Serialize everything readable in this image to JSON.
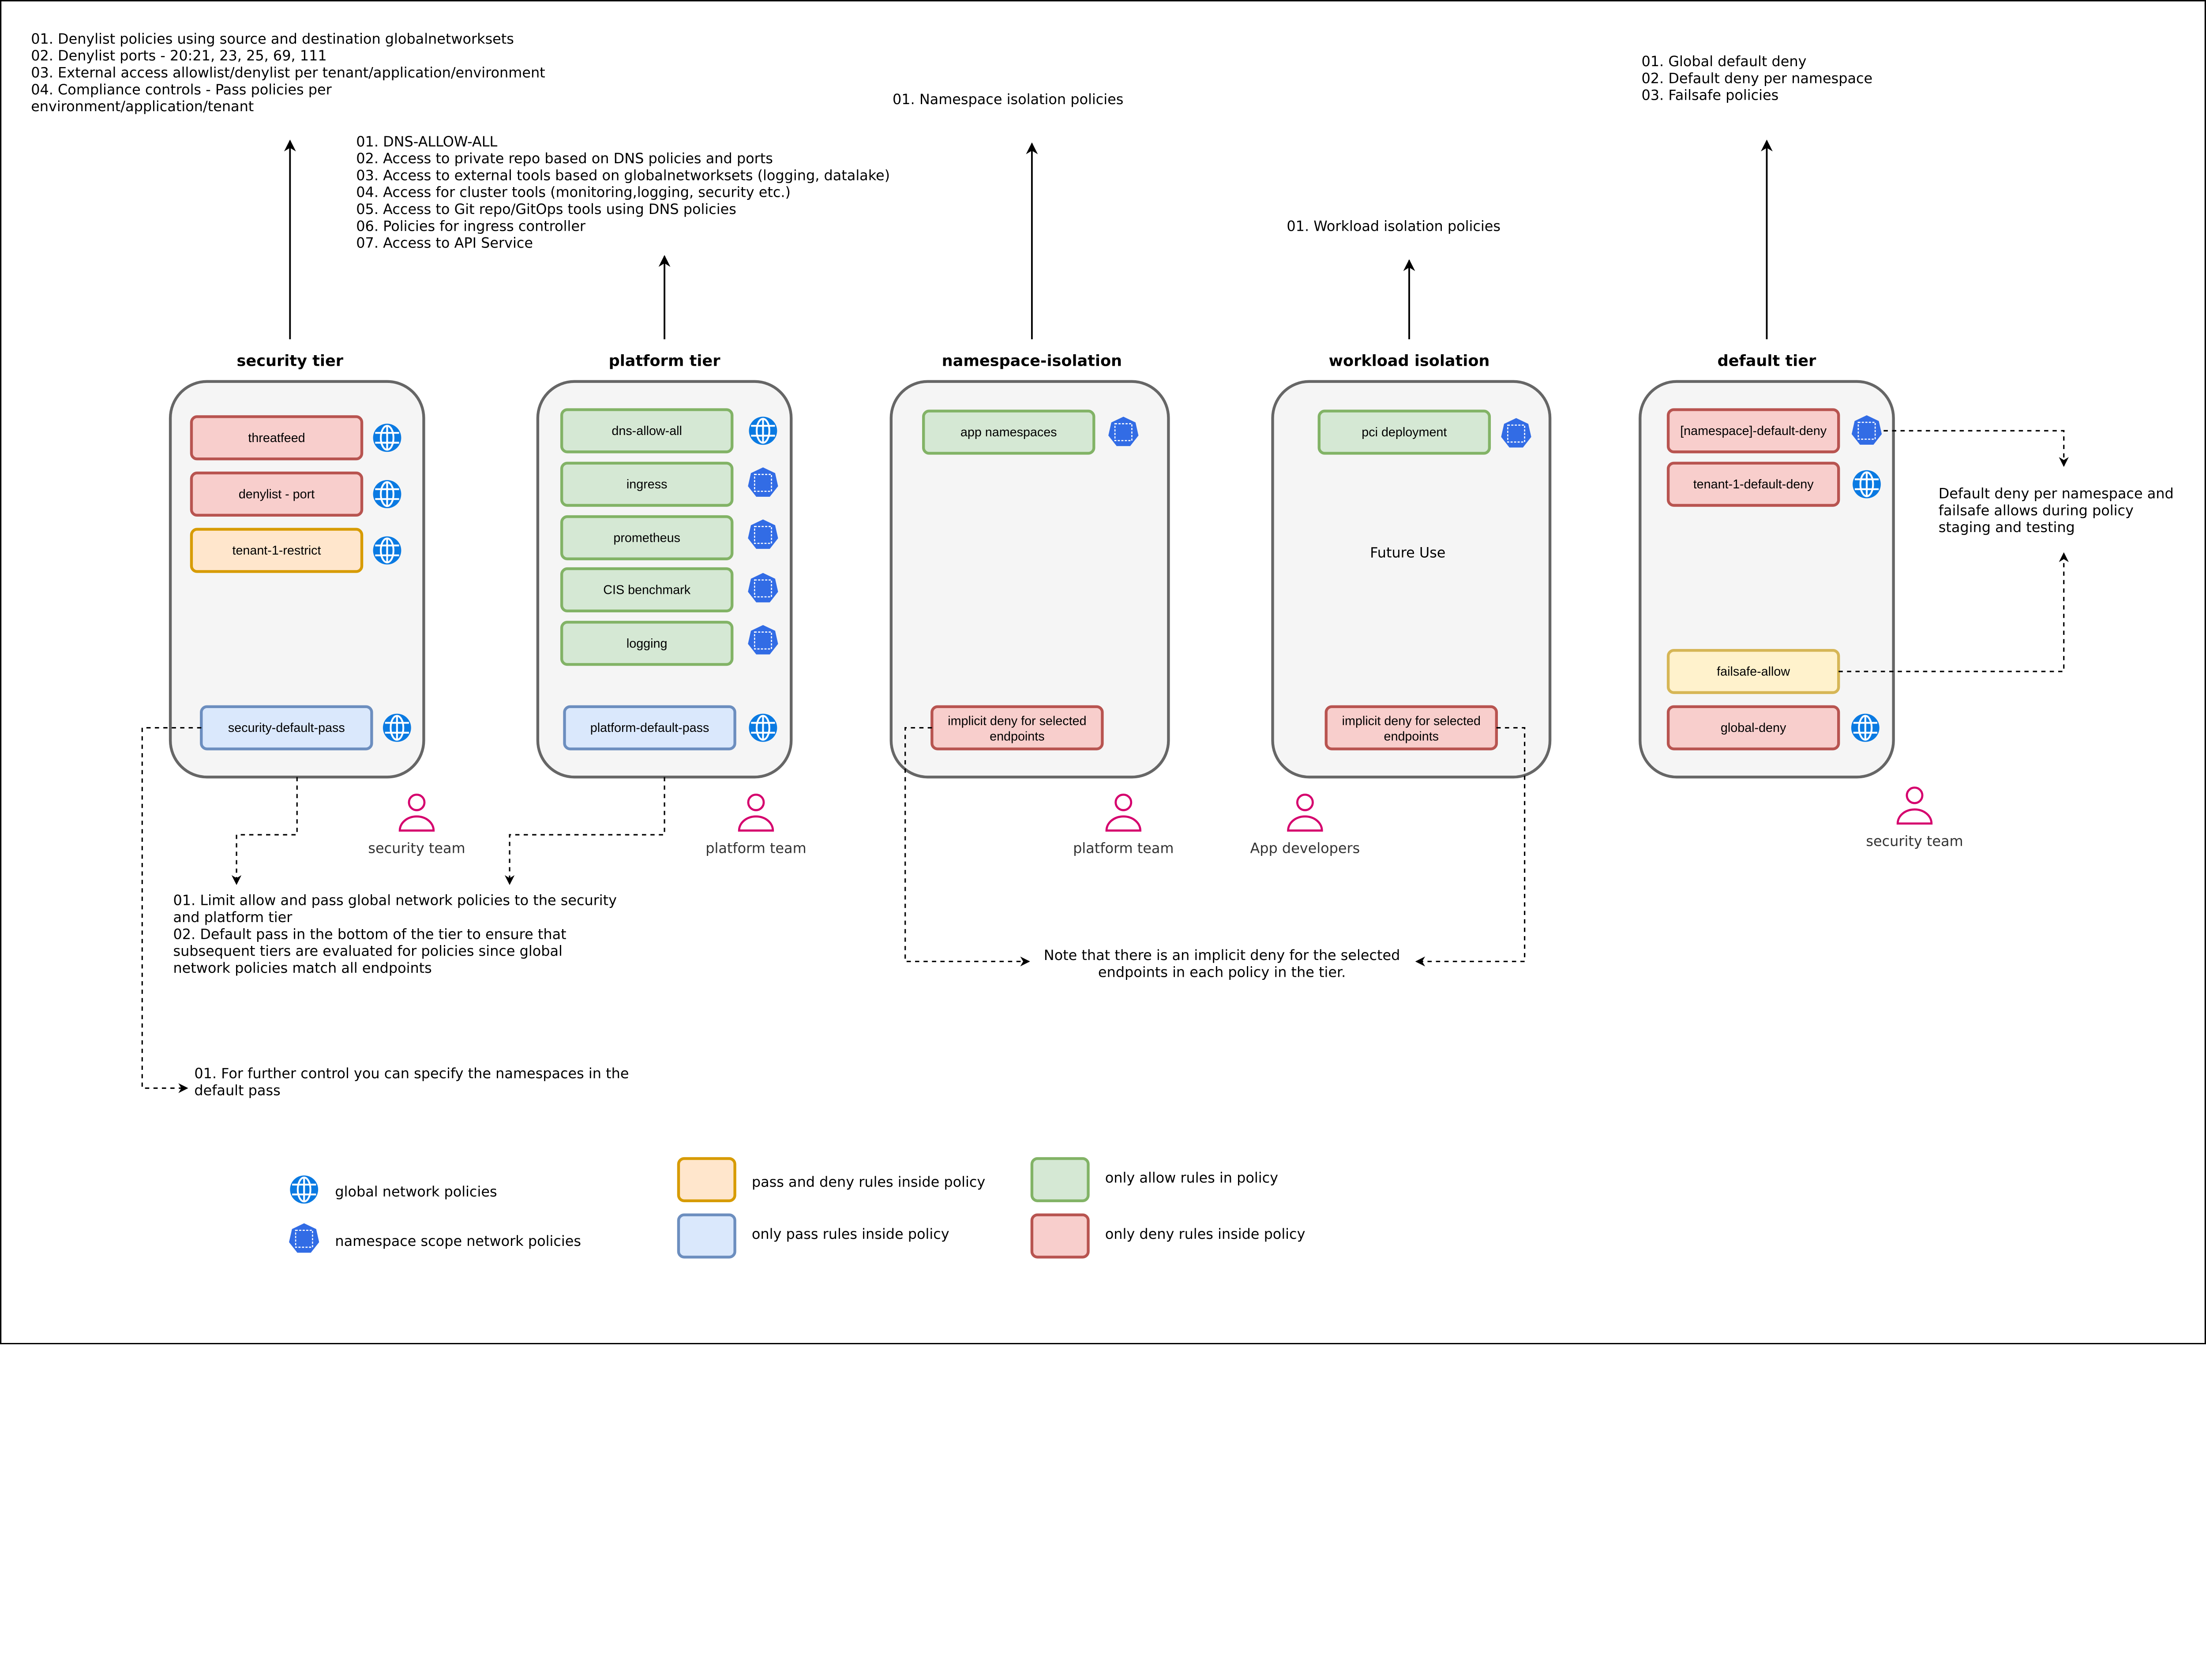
{
  "colors": {
    "green_fill": "#d5e8d4",
    "green_stroke": "#82b366",
    "red_fill": "#f8cecc",
    "red_stroke": "#b85450",
    "orange_fill": "#ffe6cc",
    "orange_stroke": "#d79b00",
    "blue_fill": "#dae8fc",
    "blue_stroke": "#6c8ebf",
    "yellow_fill": "#fff2cc",
    "yellow_stroke": "#d6b656",
    "globe": "#0a7ae2",
    "k8s": "#326ce5",
    "person": "#d5006d",
    "tier_fill": "#f5f5f5",
    "tier_stroke": "#666666"
  },
  "tiers": [
    {
      "title": "security tier",
      "notes": [
        "01. Denylist policies using source and destination globalnetworksets",
        "02. Denylist ports - 20:21, 23, 25, 69, 111",
        "03. External access allowlist/denylist per tenant/application/environment",
        "04. Compliance controls - Pass policies per",
        "environment/application/tenant"
      ],
      "policies": [
        {
          "label": "threatfeed",
          "kind": "red",
          "icon": "globe-icon"
        },
        {
          "label": "denylist - port",
          "kind": "red",
          "icon": "globe-icon"
        },
        {
          "label": "tenant-1-restrict",
          "kind": "orange",
          "icon": "globe-icon"
        },
        {
          "label": "security-default-pass",
          "kind": "blue",
          "icon": "globe-icon"
        }
      ],
      "team": "security team"
    },
    {
      "title": "platform tier",
      "notes": [
        "01. DNS-ALLOW-ALL",
        "02. Access to private repo based on DNS policies and ports",
        "03. Access to external tools based on globalnetworksets (logging, datalake)",
        "04. Access for cluster tools (monitoring,logging, security etc.)",
        "05. Access to Git repo/GitOps tools using DNS policies",
        "06. Policies for ingress controller",
        "07. Access to API Service"
      ],
      "policies": [
        {
          "label": "dns-allow-all",
          "kind": "green",
          "icon": "globe-icon"
        },
        {
          "label": "ingress",
          "kind": "green",
          "icon": "namespace-icon"
        },
        {
          "label": "prometheus",
          "kind": "green",
          "icon": "namespace-icon"
        },
        {
          "label": "CIS benchmark",
          "kind": "green",
          "icon": "namespace-icon"
        },
        {
          "label": "logging",
          "kind": "green",
          "icon": "namespace-icon"
        },
        {
          "label": "platform-default-pass",
          "kind": "blue",
          "icon": "globe-icon"
        }
      ],
      "team": "platform team"
    },
    {
      "title": "namespace-isolation",
      "notes": [
        "01. Namespace isolation policies"
      ],
      "policies": [
        {
          "label": "app namespaces",
          "kind": "green",
          "icon": "namespace-icon"
        },
        {
          "label": "implicit deny for selected\nendpoints",
          "kind": "red",
          "icon": ""
        }
      ],
      "team": "platform team"
    },
    {
      "title": "workload isolation",
      "notes": [
        "01. Workload isolation policies"
      ],
      "policies": [
        {
          "label": "pci deployment",
          "kind": "green",
          "icon": "namespace-icon"
        },
        {
          "label": "implicit deny for selected\nendpoints",
          "kind": "red",
          "icon": ""
        }
      ],
      "center_text": "Future Use",
      "team": "App developers"
    },
    {
      "title": "default tier",
      "notes": [
        "01. Global default deny",
        "02. Default deny per namespace",
        "03. Failsafe policies"
      ],
      "policies": [
        {
          "label": "[namespace]-default-deny",
          "kind": "red",
          "icon": "namespace-icon"
        },
        {
          "label": "tenant-1-default-deny",
          "kind": "red",
          "icon": "globe-icon"
        },
        {
          "label": "failsafe-allow",
          "kind": "yellow",
          "icon": ""
        },
        {
          "label": "global-deny",
          "kind": "red",
          "icon": "globe-icon"
        }
      ],
      "team": "security team"
    }
  ],
  "annotations": {
    "pass_note": [
      "01. Limit allow and pass global network policies to the security",
      "and platform tier",
      "02. Default pass in the bottom of the tier to ensure that",
      "subsequent tiers are evaluated for policies since global",
      "network policies match all endpoints"
    ],
    "namespace_note": [
      "01. For further control you can specify the namespaces in the",
      "default pass"
    ],
    "implicit_note": [
      "Note that there is an implicit deny for the selected",
      "endpoints in each policy in the tier."
    ],
    "default_note": [
      "Default deny per namespace and",
      "failsafe allows during policy",
      "staging and testing"
    ]
  },
  "legend": [
    {
      "label": "global network policies",
      "icon": "globe-icon"
    },
    {
      "label": "namespace scope network policies",
      "icon": "namespace-icon"
    },
    {
      "label": "pass and deny rules inside policy",
      "kind": "orange"
    },
    {
      "label": "only pass rules inside policy",
      "kind": "blue"
    },
    {
      "label": "only allow rules in policy",
      "kind": "green"
    },
    {
      "label": "only deny rules inside policy",
      "kind": "red"
    }
  ]
}
